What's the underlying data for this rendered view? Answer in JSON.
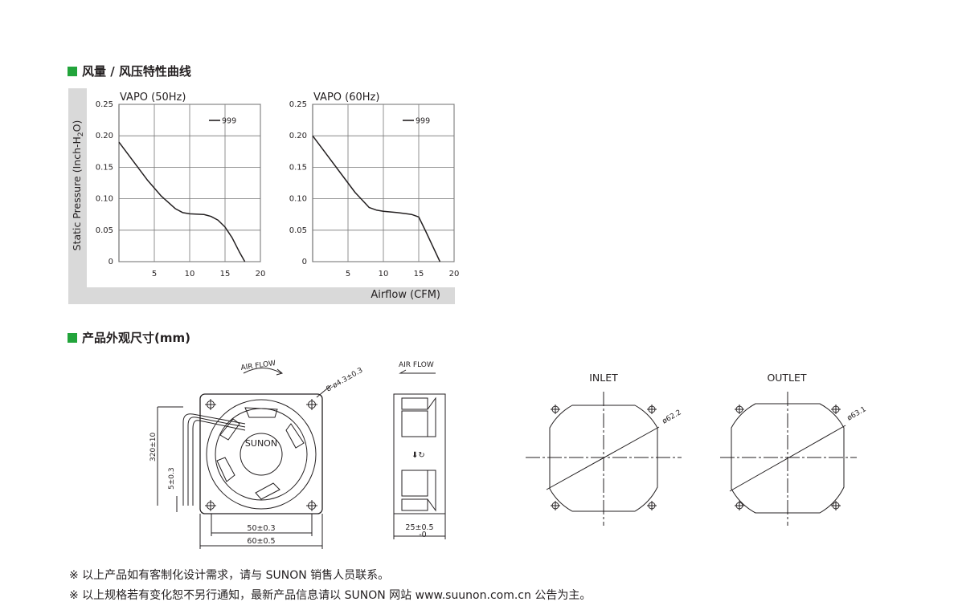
{
  "section1": {
    "title": "风量 / 风压特性曲线"
  },
  "section2": {
    "title": "产品外观尺寸(mm)"
  },
  "charts_common": {
    "ylabel_prefix": "Static Pressure (Inch-H",
    "ylabel_sub": "2",
    "ylabel_suffix": "O)",
    "xlabel": "Airflow (CFM)",
    "background_color": "#d9d9d9",
    "line_color": "#231f20"
  },
  "chart_data": [
    {
      "type": "line",
      "title": "VAPO (50Hz)",
      "xlim": [
        0,
        20
      ],
      "ylim": [
        0,
        0.25
      ],
      "x_ticks": [
        "5",
        "10",
        "15",
        "20"
      ],
      "y_ticks": [
        "0",
        "0.05",
        "0.10",
        "0.15",
        "0.20",
        "0.25"
      ],
      "grid": true,
      "legend_position": "top-right",
      "series": [
        {
          "name": "999",
          "x": [
            0,
            2,
            4,
            6,
            8,
            9,
            10,
            12,
            13,
            14,
            15,
            16,
            17,
            17.8
          ],
          "y": [
            0.19,
            0.16,
            0.13,
            0.104,
            0.084,
            0.078,
            0.076,
            0.075,
            0.072,
            0.066,
            0.055,
            0.038,
            0.016,
            0
          ]
        }
      ]
    },
    {
      "type": "line",
      "title": "VAPO (60Hz)",
      "xlim": [
        0,
        20
      ],
      "ylim": [
        0,
        0.25
      ],
      "x_ticks": [
        "5",
        "10",
        "15",
        "20"
      ],
      "y_ticks": [
        "0",
        "0.05",
        "0.10",
        "0.15",
        "0.20",
        "0.25"
      ],
      "grid": true,
      "legend_position": "top-right",
      "series": [
        {
          "name": "999",
          "x": [
            0,
            2,
            4,
            6,
            8,
            9,
            10,
            12,
            14,
            15,
            16,
            17,
            18
          ],
          "y": [
            0.2,
            0.17,
            0.14,
            0.11,
            0.086,
            0.082,
            0.08,
            0.078,
            0.075,
            0.071,
            0.048,
            0.024,
            0
          ]
        }
      ]
    }
  ],
  "drawing": {
    "airflow_label": "AIR FLOW",
    "brand": "SUNON",
    "hole_note": "8-ø4.3±0.3",
    "lead_length": "320±10",
    "strip_length": "5±0.3",
    "dim_inner": "50±0.3",
    "dim_outer": "60±0.5",
    "depth_top": "25±0.5",
    "depth_bottom": "-0",
    "inlet_label": "INLET",
    "inlet_dia": "ø62.2",
    "outlet_label": "OUTLET",
    "outlet_dia": "ø63.1"
  },
  "notes": [
    "※ 以上产品如有客制化设计需求，请与 SUNON 销售人员联系。",
    "※ 以上规格若有变化恕不另行通知，最新产品信息请以 SUNON 网站 www.suunon.com.cn 公告为主。"
  ]
}
